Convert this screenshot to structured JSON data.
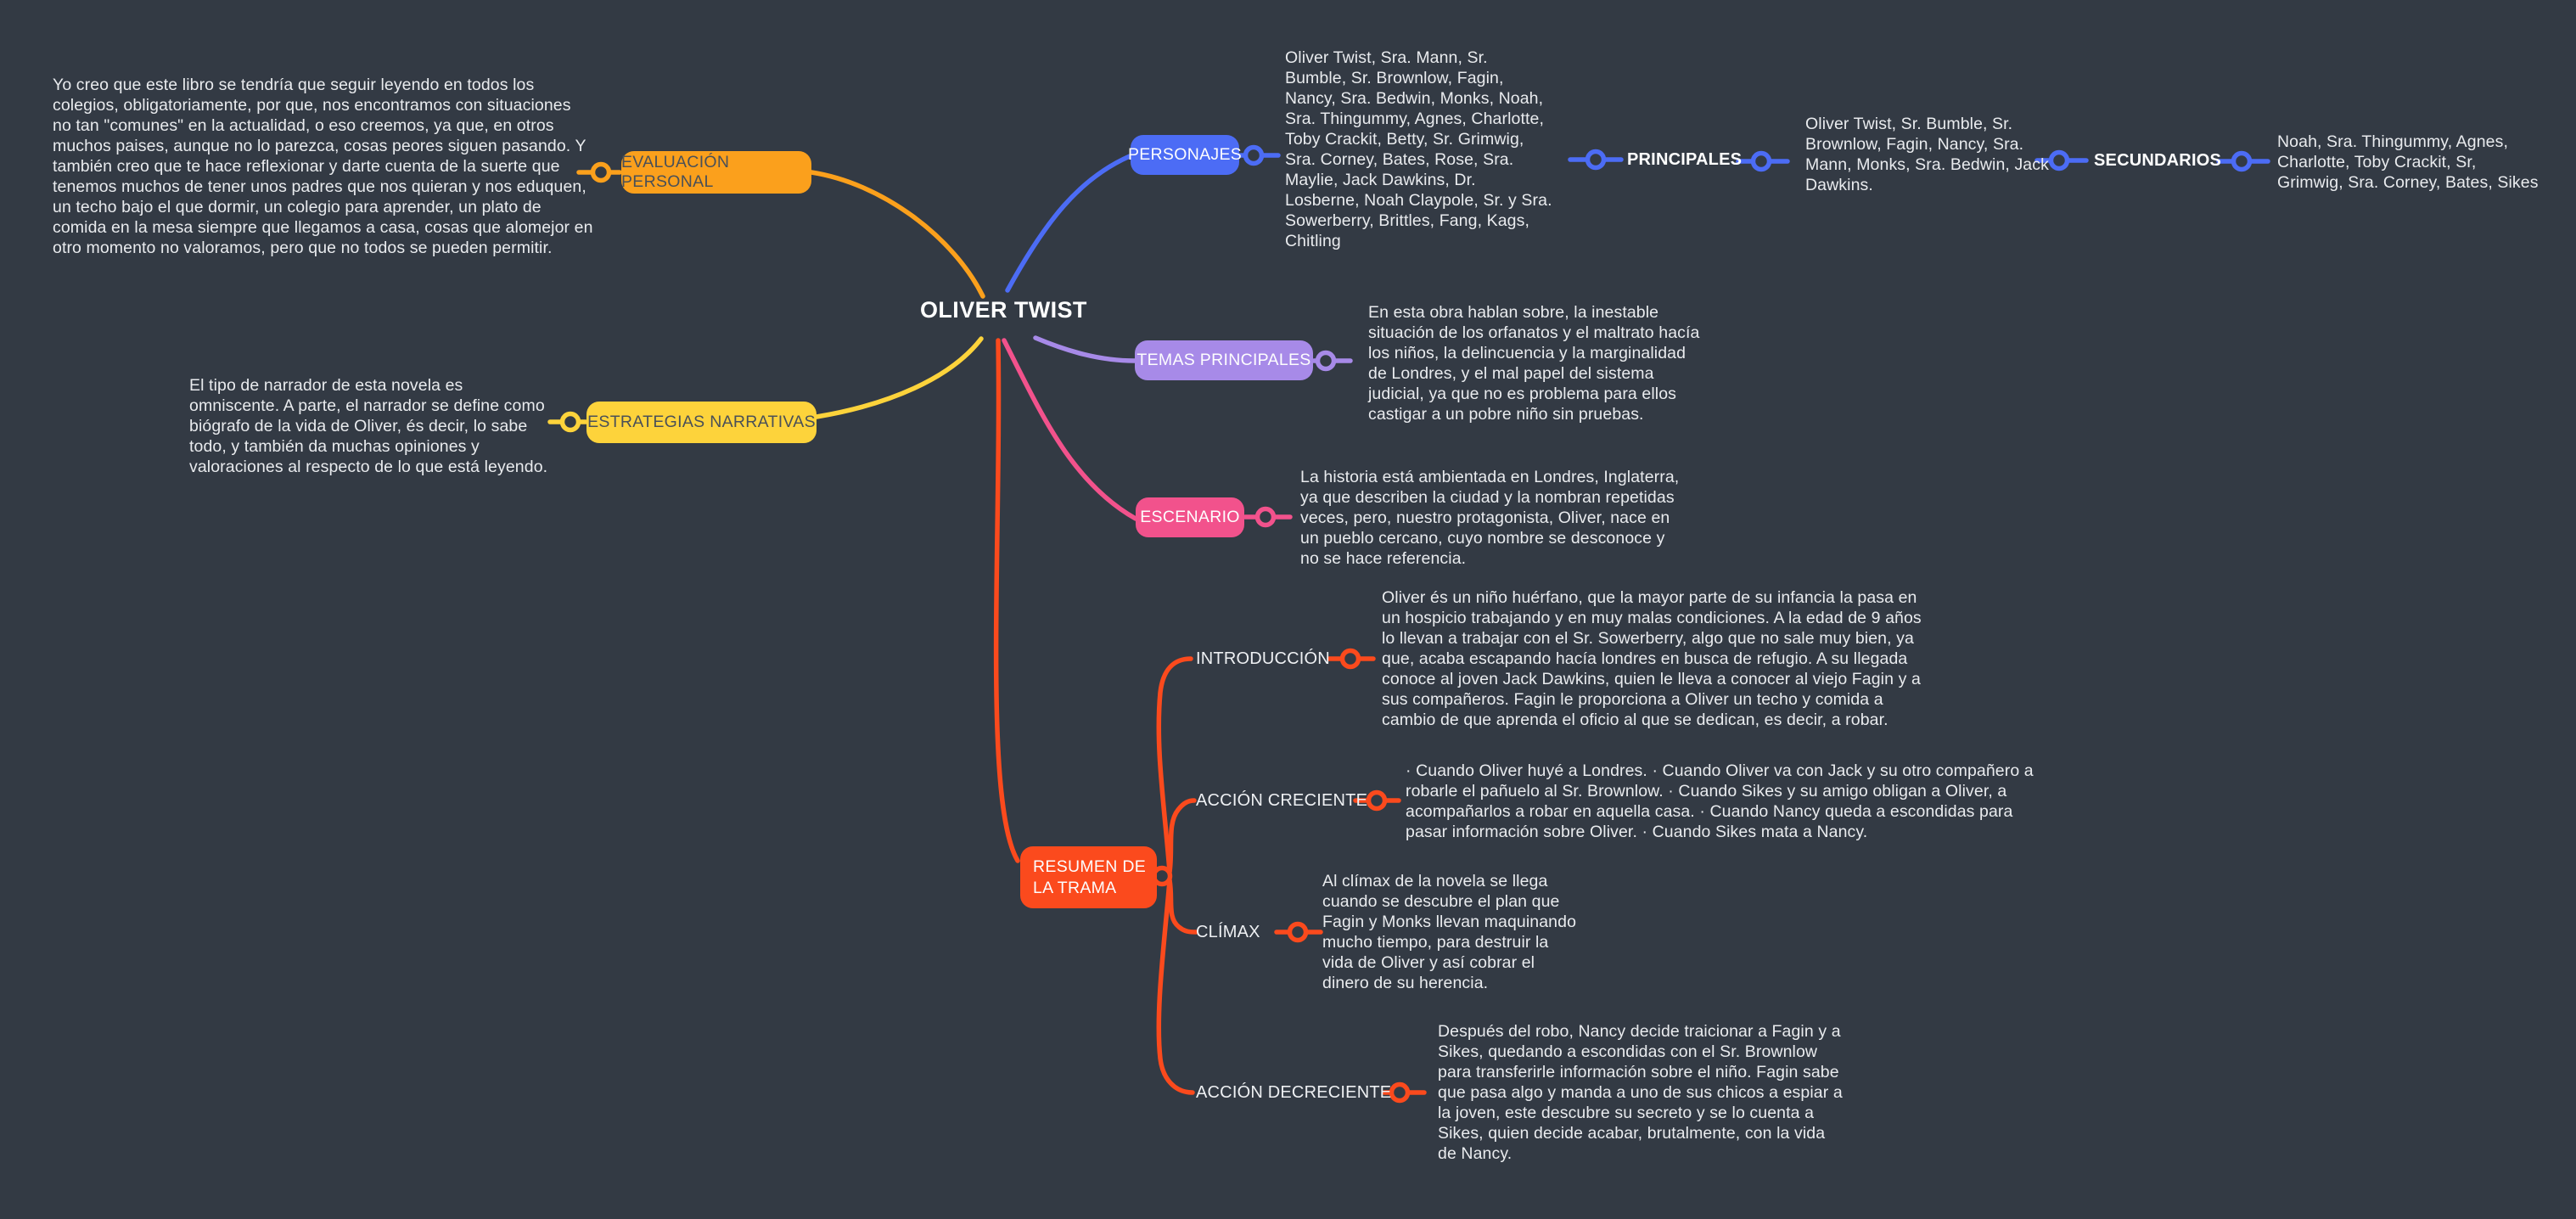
{
  "colors": {
    "background": "#333a44",
    "body_text": "#e9ebee",
    "evaluacion": "#fba01c",
    "estrategias": "#fdd33b",
    "personajes": "#4c6cf5",
    "temas": "#a78ae8",
    "escenario": "#f2528c",
    "resumen": "#fb4a1d"
  },
  "central": {
    "label": "OLIVER TWIST"
  },
  "branches": {
    "evaluacion": {
      "label": "EVALUACIÓN PERSONAL",
      "color": "#fba01c",
      "note": "Yo creo que este libro se tendría que seguir leyendo en todos los\ncolegios, obligatoriamente, por que, nos encontramos con situaciones\nno tan \"comunes\" en la actualidad, o eso creemos, ya que, en otros\nmuchos paises, aunque no lo parezca, cosas peores siguen pasando. Y\ntambién creo que te hace reflexionar y darte cuenta de la suerte que\ntenemos muchos de tener unos padres que nos quieran y nos eduquen,\nun techo bajo el que dormir, un colegio para aprender, un plato de\ncomida en la mesa siempre que llegamos a casa, cosas que alomejor en\notro momento no valoramos, pero que no todos se pueden permitir."
    },
    "estrategias": {
      "label": "ESTRATEGIAS NARRATIVAS",
      "color": "#fdd33b",
      "note": "El tipo de narrador de esta novela es\nomniscente. A parte, el narrador se define como\nbiógrafo de la vida de Oliver, és decir, lo sabe\ntodo, y también da muchas opiniones y\nvaloraciones al respecto de lo que está leyendo."
    },
    "personajes": {
      "label": "PERSONAJES",
      "color": "#4c6cf5",
      "note": "Oliver Twist, Sra. Mann, Sr.\nBumble, Sr. Brownlow, Fagin,\nNancy, Sra. Bedwin, Monks, Noah,\nSra. Thingummy, Agnes, Charlotte,\nToby Crackit, Betty, Sr. Grimwig,\nSra. Corney, Bates, Rose, Sra.\nMaylie, Jack Dawkins, Dr.\nLosberne, Noah Claypole, Sr. y Sra.\nSowerberry, Brittles, Fang, Kags,\nChitling",
      "principales": {
        "label": "PRINCIPALES",
        "note": "Oliver Twist, Sr. Bumble, Sr.\nBrownlow, Fagin, Nancy, Sra.\nMann, Monks, Sra. Bedwin, Jack\nDawkins."
      },
      "secundarios": {
        "label": "SECUNDARIOS",
        "note": "Noah, Sra. Thingummy, Agnes,\nCharlotte, Toby Crackit, Sr,\nGrimwig, Sra. Corney, Bates, Sikes"
      }
    },
    "temas": {
      "label": "TEMAS PRINCIPALES",
      "color": "#a78ae8",
      "note": "En esta obra hablan sobre, la inestable\nsituación de los orfanatos y el maltrato hacía\nlos niños, la delincuencia y la marginalidad\nde Londres, y el mal papel del sistema\njudicial, ya que no es problema para ellos\ncastigar a un pobre niño sin pruebas."
    },
    "escenario": {
      "label": "ESCENARIO",
      "color": "#f2528c",
      "note": "La historia está ambientada en Londres, Inglaterra,\nya que describen la ciudad y la nombran repetidas\nveces, pero, nuestro protagonista, Oliver, nace en\nun pueblo cercano, cuyo nombre se desconoce y\nno se hace referencia."
    },
    "resumen": {
      "label": "RESUMEN DE\nLA TRAMA",
      "color": "#fb4a1d",
      "introduccion": {
        "label": "INTRODUCCIÓN",
        "note": "Oliver és un niño huérfano, que la mayor parte de su infancia la pasa en\nun hospicio trabajando y en muy malas condiciones. A la edad de 9 años\nlo llevan a trabajar con el Sr. Sowerberry, algo que no sale muy bien, ya\nque, acaba escapando hacía londres en busca de refugio. A su llegada\nconoce al joven Jack Dawkins, quien le lleva a conocer al viejo Fagin y a\nsus compañeros. Fagin le proporciona a Oliver un techo y comida a\ncambio de que aprenda el oficio al que se dedican, es decir, a robar."
      },
      "creciente": {
        "label": "ACCIÓN CRECIENTE",
        "note": "· Cuando Oliver huyé a Londres.  · Cuando Oliver va con Jack y su otro compañero a\nrobarle el pañuelo al Sr. Brownlow.  · Cuando Sikes y su amigo obligan a Oliver, a\nacompañarlos a robar en aquella casa.  · Cuando Nancy queda a escondidas para\npasar información sobre Oliver.  · Cuando Sikes mata a Nancy."
      },
      "climax": {
        "label": "CLÍMAX",
        "note": "Al clímax de la novela se llega\ncuando se descubre el plan que\nFagin y Monks llevan maquinando\nmucho tiempo, para destruir la\nvida de Oliver y así cobrar el\ndinero de su herencia."
      },
      "decreciente": {
        "label": "ACCIÓN DECRECIENTE",
        "note": "Después del robo, Nancy decide traicionar a Fagin y a\nSikes, quedando a escondidas con el Sr. Brownlow\npara transferirle información sobre el niño. Fagin sabe\nque pasa algo y manda a uno de sus chicos a espiar a\nla joven, este descubre su secreto y se lo cuenta a\nSikes, quien decide acabar, brutalmente, con la vida\nde Nancy."
      }
    }
  }
}
